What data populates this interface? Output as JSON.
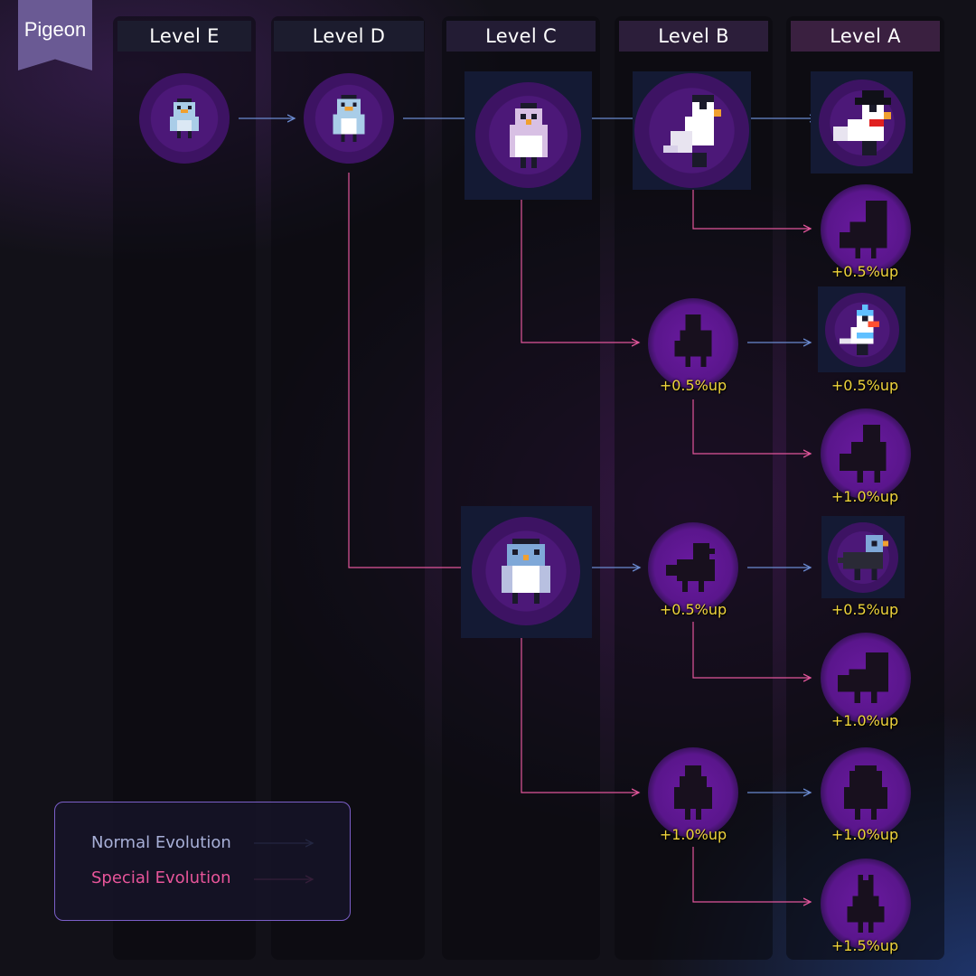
{
  "tree_name": "Pigeon",
  "levels": [
    "Level E",
    "Level D",
    "Level C",
    "Level B",
    "Level A"
  ],
  "legend": {
    "normal_label": "Normal Evolution",
    "special_label": "Special Evolution",
    "normal_color": "#6a8ad0",
    "special_color": "#e0559a"
  },
  "bonuses": {
    "a2": "+0.5%up",
    "b2": "+0.5%up",
    "a3": "+0.5%up",
    "a4": "+1.0%up",
    "b3": "+0.5%up",
    "a5": "+0.5%up",
    "a6": "+1.0%up",
    "b4": "+1.0%up",
    "a7": "+1.0%up",
    "a8": "+1.5%up"
  },
  "colors": {
    "bonus": "#f0d53c",
    "node_inner": "#4c1878",
    "node_outer": "#2d0e4a",
    "legend_border": "#7b5fc8"
  },
  "icons": {
    "unlocked": "pigeon-sprite-icon",
    "locked": "locked-silhouette-icon"
  }
}
